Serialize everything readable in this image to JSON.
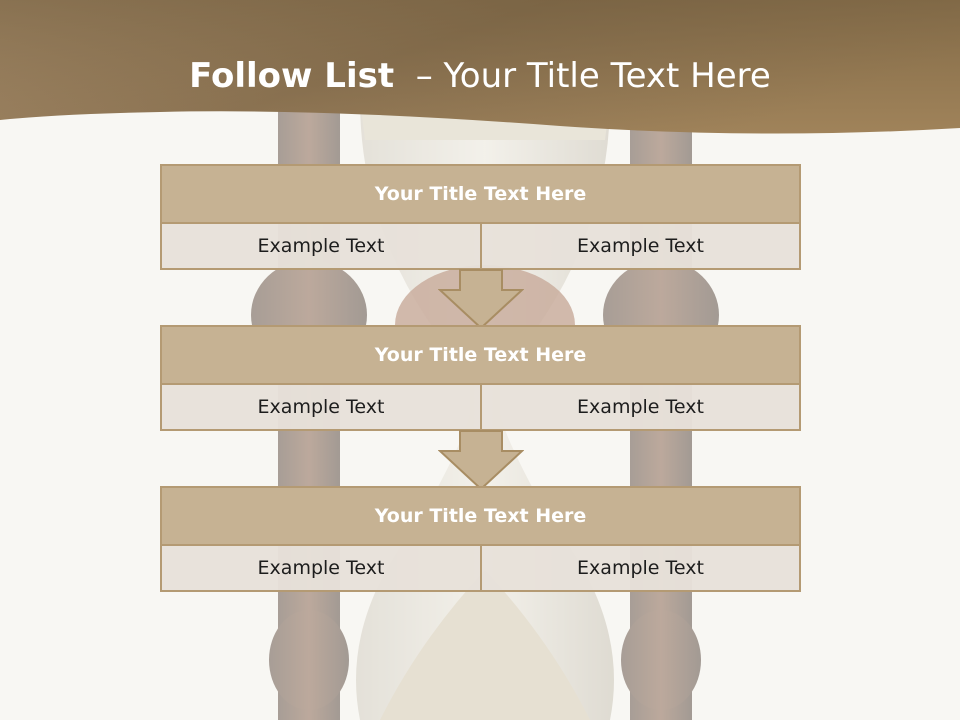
{
  "slide": {
    "title_bold": "Follow List",
    "title_rest": "– Your Title Text Here"
  },
  "steps": [
    {
      "title": "Your Title Text Here",
      "cells": [
        "Example Text",
        "Example Text"
      ]
    },
    {
      "title": "Your Title Text Here",
      "cells": [
        "Example Text",
        "Example Text"
      ]
    },
    {
      "title": "Your Title Text Here",
      "cells": [
        "Example Text",
        "Example Text"
      ]
    }
  ],
  "colors": {
    "header_dark": "#6e5a3c",
    "header_light": "#a3875e",
    "box_title_fill": "#c6b293",
    "box_border": "#b49a73",
    "cell_fill": "#e7e1da",
    "background": "#f8f7f3"
  },
  "icons": [
    "hourglass-image",
    "down-arrow-icon"
  ]
}
